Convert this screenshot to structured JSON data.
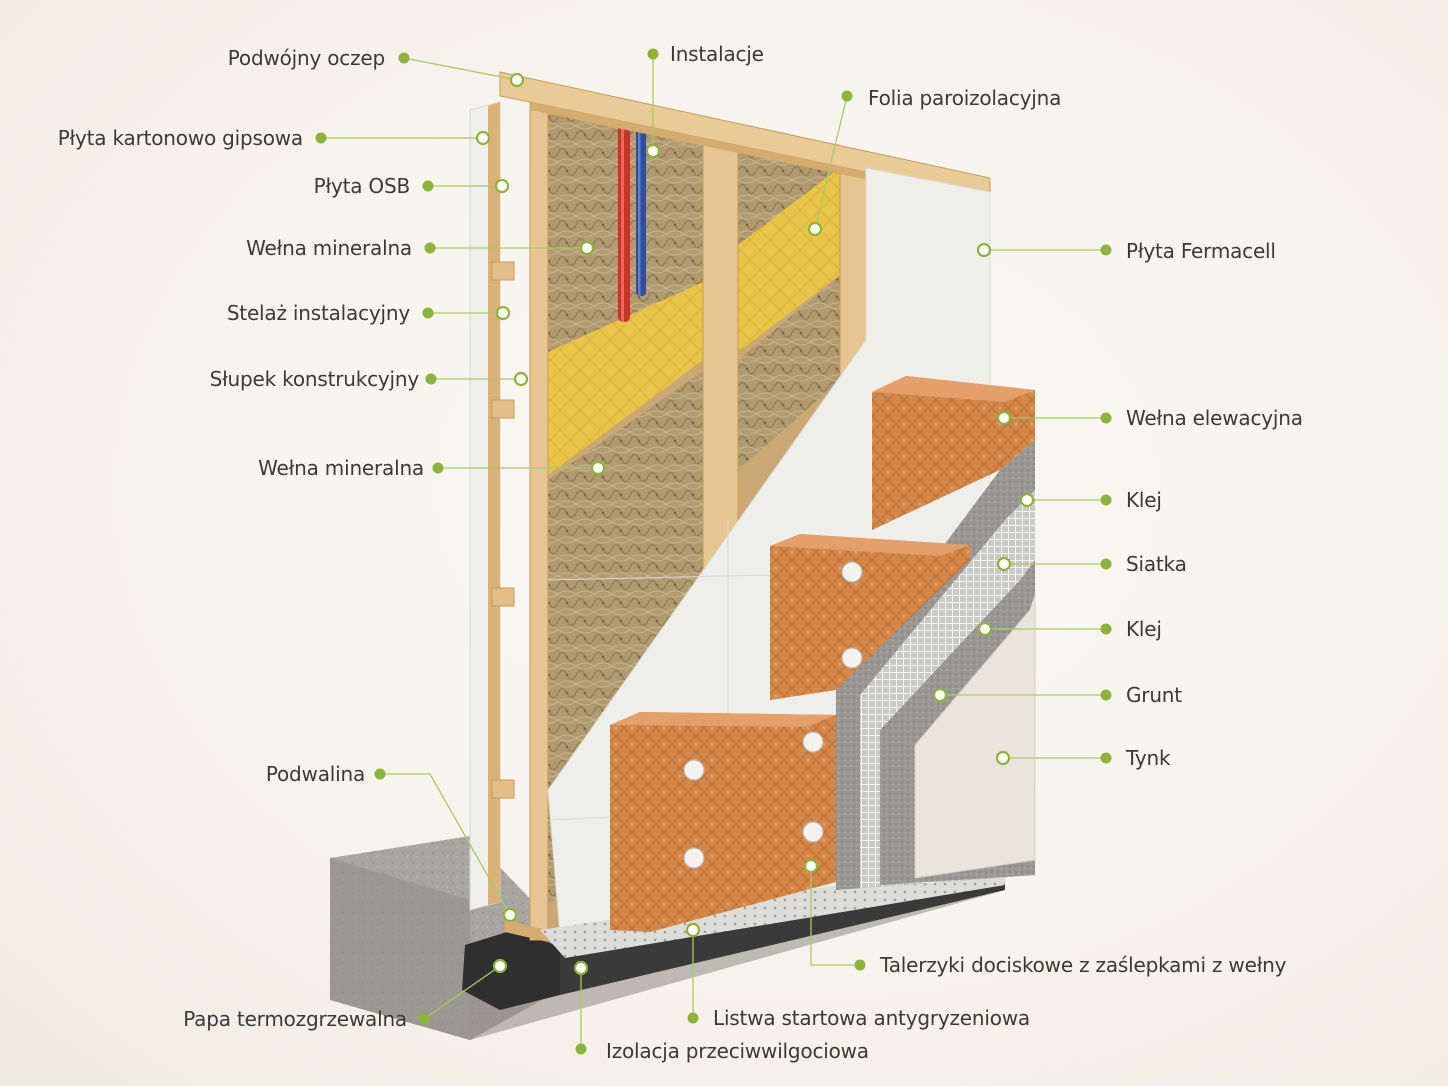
{
  "labels": {
    "podwojny_oczep": "Podwójny oczep",
    "plyta_kartonowo_gipsowa": "Płyta kartonowo gipsowa",
    "plyta_osb": "Płyta OSB",
    "welna_mineralna_1": "Wełna mineralna",
    "stelaz_instalacyjny": "Stelaż instalacyjny",
    "slupek_konstrukcyjny": "Słupek konstrukcyjny",
    "welna_mineralna_2": "Wełna mineralna",
    "podwalina": "Podwalina",
    "papa_termozgrzewalna": "Papa termozgrzewalna",
    "izolacja_przeciwwilgociowa": "Izolacja przeciwwilgociowa",
    "listwa_startowa": "Listwa startowa antygryzeniowa",
    "talerzyki": "Talerzyki dociskowe z zaślepkami z wełny",
    "instalacje": "Instalacje",
    "folia_paroizolacyjna": "Folia paroizolacyjna",
    "plyta_fermacell": "Płyta Fermacell",
    "welna_elewacyjna": "Wełna elewacyjna",
    "klej_1": "Klej",
    "siatka": "Siatka",
    "klej_2": "Klej",
    "grunt": "Grunt",
    "tynk": "Tynk"
  },
  "colors": {
    "accent": "#8cb43a",
    "wood": "#e2bf86",
    "wool": "#b09a70",
    "foil": "#e8c548",
    "facade_wool": "#d4884a",
    "concrete": "#a8a49e",
    "gypsum": "#eeeeea",
    "render": "#e9e5dd",
    "text": "#3a3a3a"
  }
}
